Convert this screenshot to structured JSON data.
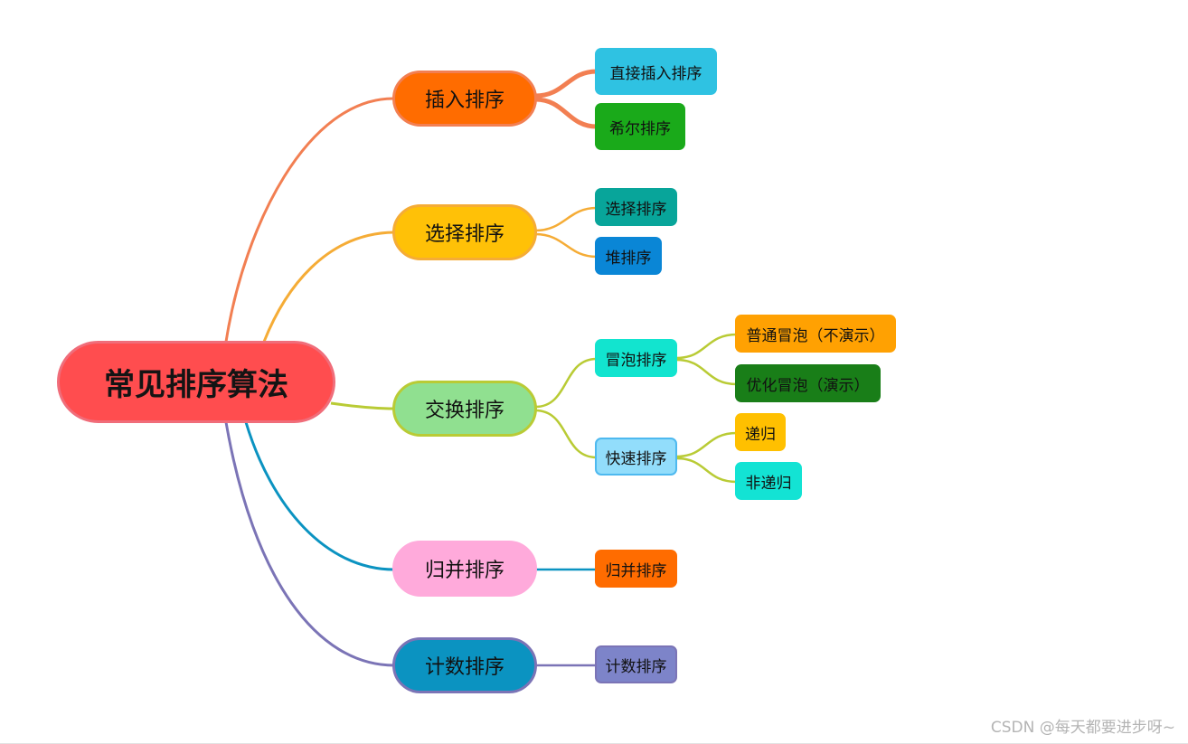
{
  "mindmap": {
    "root": {
      "label": "常见排序算法"
    },
    "branches": [
      {
        "label": "插入排序",
        "children": [
          "直接插入排序",
          "希尔排序"
        ]
      },
      {
        "label": "选择排序",
        "children": [
          "选择排序",
          "堆排序"
        ]
      },
      {
        "label": "交换排序",
        "children": [
          {
            "label": "冒泡排序",
            "children": [
              "普通冒泡（不演示）",
              "优化冒泡（演示）"
            ]
          },
          {
            "label": "快速排序",
            "children": [
              "递归",
              "非递归"
            ]
          }
        ]
      },
      {
        "label": "归并排序",
        "children": [
          "归并排序"
        ]
      },
      {
        "label": "计数排序",
        "children": [
          "计数排序"
        ]
      }
    ]
  },
  "watermark": "CSDN @每天都要进步呀~"
}
